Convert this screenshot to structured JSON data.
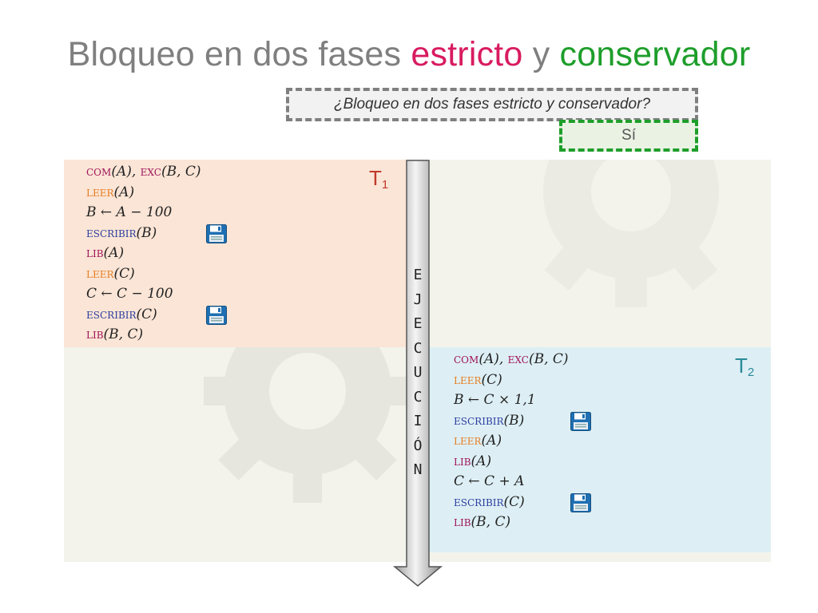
{
  "title": {
    "part1": "Bloqueo en dos fases ",
    "strict": "estricto",
    "mid": " y ",
    "conservative": "conservador"
  },
  "question": "¿Bloqueo en dos fases estricto y conservador?",
  "answer": "Sí",
  "exec_letters": [
    "E",
    "J",
    "E",
    "C",
    "U",
    "C",
    "I",
    "Ó",
    "N"
  ],
  "t1": {
    "label": "T",
    "sub": "1",
    "ops": [
      {
        "parts": [
          {
            "kw": "com",
            "t": "com"
          },
          {
            "t": "(A), "
          },
          {
            "kw": "exc",
            "t": "exc"
          },
          {
            "t": "(B, C)"
          }
        ]
      },
      {
        "parts": [
          {
            "kw": "leer",
            "t": "leer"
          },
          {
            "t": "(A)"
          }
        ]
      },
      {
        "parts": [
          {
            "t": "B ← A − 100"
          }
        ]
      },
      {
        "parts": [
          {
            "kw": "escribir",
            "t": "escribir"
          },
          {
            "t": "(B)"
          }
        ],
        "disk": true
      },
      {
        "parts": [
          {
            "kw": "lib",
            "t": "lib"
          },
          {
            "t": "(A)"
          }
        ]
      },
      {
        "parts": [
          {
            "kw": "leer",
            "t": "leer"
          },
          {
            "t": "(C)"
          }
        ]
      },
      {
        "parts": [
          {
            "t": "C ← C − 100"
          }
        ]
      },
      {
        "parts": [
          {
            "kw": "escribir",
            "t": "escribir"
          },
          {
            "t": "(C)"
          }
        ],
        "disk": true
      },
      {
        "parts": [
          {
            "kw": "lib",
            "t": "lib"
          },
          {
            "t": "(B, C)"
          }
        ]
      }
    ]
  },
  "t2": {
    "label": "T",
    "sub": "2",
    "ops": [
      {
        "parts": [
          {
            "kw": "com",
            "t": "com"
          },
          {
            "t": "(A), "
          },
          {
            "kw": "exc",
            "t": "exc"
          },
          {
            "t": "(B, C)"
          }
        ]
      },
      {
        "parts": [
          {
            "kw": "leer",
            "t": "leer"
          },
          {
            "t": "(C)"
          }
        ]
      },
      {
        "parts": [
          {
            "t": "B ← C × 1,1"
          }
        ]
      },
      {
        "parts": [
          {
            "kw": "escribir",
            "t": "escribir"
          },
          {
            "t": "(B)"
          }
        ],
        "disk": true
      },
      {
        "parts": [
          {
            "kw": "leer",
            "t": "leer"
          },
          {
            "t": "(A)"
          }
        ]
      },
      {
        "parts": [
          {
            "kw": "lib",
            "t": "lib"
          },
          {
            "t": "(A)"
          }
        ]
      },
      {
        "parts": [
          {
            "t": "C ← C + A"
          }
        ]
      },
      {
        "parts": [
          {
            "kw": "escribir",
            "t": "escribir"
          },
          {
            "t": "(C)"
          }
        ],
        "disk": true
      },
      {
        "parts": [
          {
            "kw": "lib",
            "t": "lib"
          },
          {
            "t": "(B, C)"
          }
        ]
      }
    ]
  },
  "colors": {
    "strict": "#d81b60",
    "conservative": "#1e9e2b",
    "t1_panel": "#fbe5d6",
    "t2_panel": "#ddeff5",
    "disk_icon": "#1f6fb2"
  },
  "icons": [
    "save-disk-icon",
    "down-arrow-icon",
    "gear-icon"
  ]
}
